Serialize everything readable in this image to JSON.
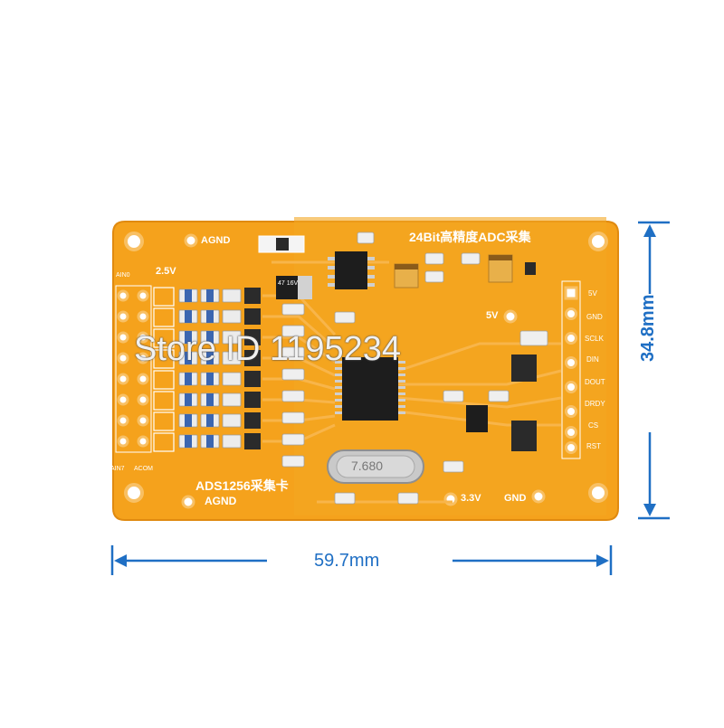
{
  "board": {
    "title": "24Bit高精度ADC采集",
    "name": "ADS1256采集卡",
    "agnd_top": "AGND",
    "agnd_bottom": "AGND",
    "ref_label": "2.5V",
    "ain0": "AIN0",
    "ain7": "AIN7",
    "acom": "ACOM",
    "v5_mid": "5V",
    "v33": "3.3V",
    "gnd": "GND",
    "crystal": "7.680",
    "cap_label": "47 16V",
    "header_pins": [
      "5V",
      "GND",
      "SCLK",
      "DIN",
      "DOUT",
      "DRDY",
      "CS",
      "RST"
    ]
  },
  "dimensions": {
    "width": "59.7mm",
    "height": "34.8mm"
  },
  "watermark": "Store ID 1195234",
  "colors": {
    "pcb": "#f5a21c",
    "pcb_edge": "#e08a10",
    "trace": "#f8b54a",
    "arrow": "#1f6fc4"
  }
}
